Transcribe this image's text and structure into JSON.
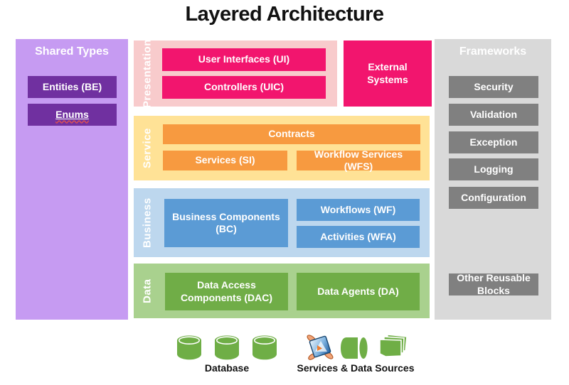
{
  "title": "Layered Architecture",
  "colors": {
    "title_text": "#111111",
    "shared_panel": "#c69bf2",
    "shared_box": "#7030a0",
    "presentation_panel": "#f8cbcc",
    "presentation_box": "#f2156e",
    "external_box": "#f2156e",
    "service_panel": "#ffe296",
    "service_box": "#f79a40",
    "business_panel": "#bdd7ee",
    "business_box": "#5b9bd5",
    "data_panel": "#a9d18e",
    "data_box": "#70ad47",
    "frameworks_panel": "#d9d9d9",
    "frameworks_box": "#808080",
    "icon_green": "#6fae46"
  },
  "shared_types": {
    "title": "Shared Types",
    "items": [
      "Entities (BE)",
      "Enums"
    ]
  },
  "layers": {
    "presentation": {
      "label": "Presentation",
      "boxes": [
        "User Interfaces (UI)",
        "Controllers (UIC)"
      ]
    },
    "external_systems": "External Systems",
    "service": {
      "label": "Service",
      "boxes": [
        "Contracts",
        "Services (SI)",
        "Workflow Services (WFS)"
      ]
    },
    "business": {
      "label": "Business",
      "boxes": [
        "Business Components (BC)",
        "Workflows (WF)",
        "Activities (WFA)"
      ]
    },
    "data": {
      "label": "Data",
      "boxes": [
        "Data Access Components (DAC)",
        "Data Agents (DA)"
      ]
    }
  },
  "frameworks": {
    "title": "Frameworks",
    "items": [
      "Security",
      "Validation",
      "Exception",
      "Logging",
      "Configuration"
    ],
    "other_label": "Other Reusable Blocks"
  },
  "footer": {
    "database_label": "Database",
    "services_label": "Services & Data Sources",
    "database_icons": [
      "database-cylinder-icon",
      "database-cylinder-icon",
      "database-cylinder-icon"
    ],
    "services_icons": [
      "service-component-icon",
      "horizontal-cylinder-icon",
      "document-stack-icon"
    ]
  }
}
